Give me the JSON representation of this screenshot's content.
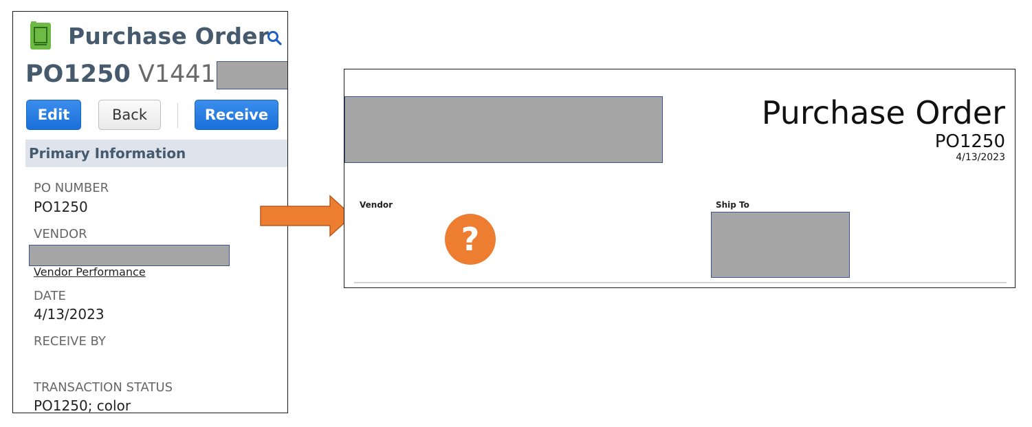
{
  "record_panel": {
    "title": "Purchase Order",
    "po_number": "PO1250",
    "vendor_code": "V1441",
    "buttons": {
      "edit": "Edit",
      "back": "Back",
      "receive": "Receive"
    },
    "section_header": "Primary Information",
    "fields": {
      "po_number_label": "PO NUMBER",
      "po_number_value": "PO1250",
      "vendor_label": "VENDOR",
      "vendor_performance_link": "Vendor Performance",
      "date_label": "DATE",
      "date_value": "4/13/2023",
      "receive_by_label": "RECEIVE BY",
      "transaction_status_label": "TRANSACTION STATUS",
      "transaction_status_value": "PO1250; color"
    },
    "icons": [
      "record-icon",
      "search-icon"
    ],
    "colors": {
      "title": "#465a6e",
      "primary_button": "#1a6fd9",
      "section_header_bg": "#dfe4ec",
      "record_icon": "#6dbb45"
    }
  },
  "printed_document": {
    "title": "Purchase Order",
    "number": "PO1250",
    "date": "4/13/2023",
    "vendor_label": "Vendor",
    "ship_to_label": "Ship To",
    "question_mark": "?",
    "colors": {
      "arrow": "#ec7d31",
      "question_badge": "#ec7d31",
      "redaction": "#a6a6a6"
    }
  }
}
